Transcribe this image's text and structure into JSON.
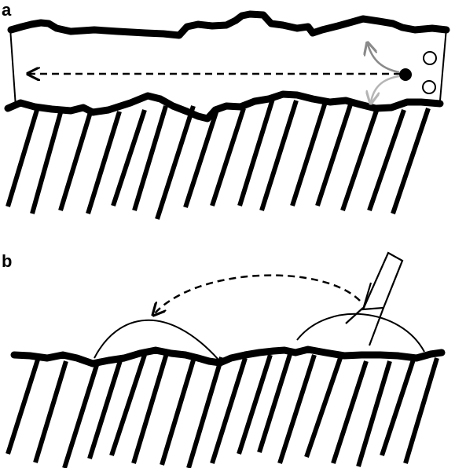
{
  "panels": [
    {
      "label": "a"
    },
    {
      "label": "b"
    }
  ],
  "colors": {
    "ink": "#000000",
    "arrow_grey_dark": "#8a8a8a",
    "arrow_grey_light": "#b5b5b5",
    "background": "#ffffff"
  },
  "icons": {
    "solid_marker": "filled-circle",
    "open_markers": "open-circle",
    "tool": "tapered-instrument"
  }
}
